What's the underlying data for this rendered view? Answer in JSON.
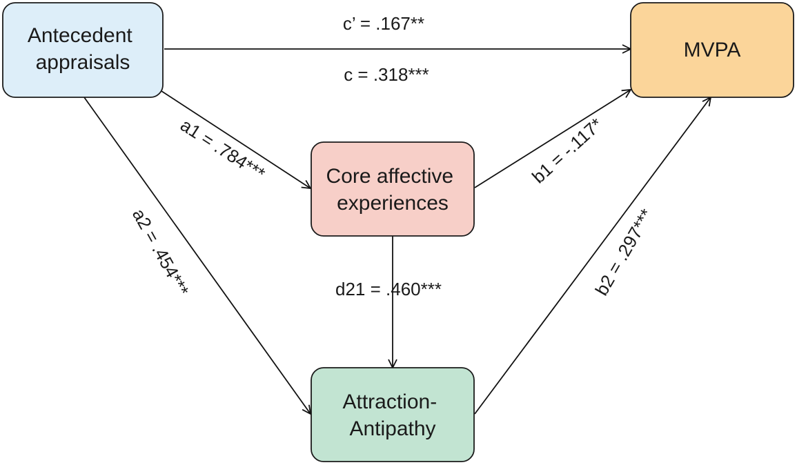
{
  "nodes": {
    "antecedent": {
      "lines": [
        "Antecedent",
        "appraisals"
      ],
      "color": "#ddeef9"
    },
    "mvpa": {
      "lines": [
        "MVPA"
      ],
      "color": "#fbd59a"
    },
    "core": {
      "lines": [
        "Core affective",
        "experiences"
      ],
      "color": "#f7cfc8"
    },
    "attraction": {
      "lines": [
        "Attraction-",
        "Antipathy"
      ],
      "color": "#c2e4d2"
    }
  },
  "edges": {
    "c_prime": "c’ = .167**",
    "c": "c = .318***",
    "a1": "a1 = .784***",
    "a2": "a2 = .454***",
    "b1": "b1 = -.117*",
    "b2": "b2 = .297***",
    "d21": "d21 = .460***"
  }
}
